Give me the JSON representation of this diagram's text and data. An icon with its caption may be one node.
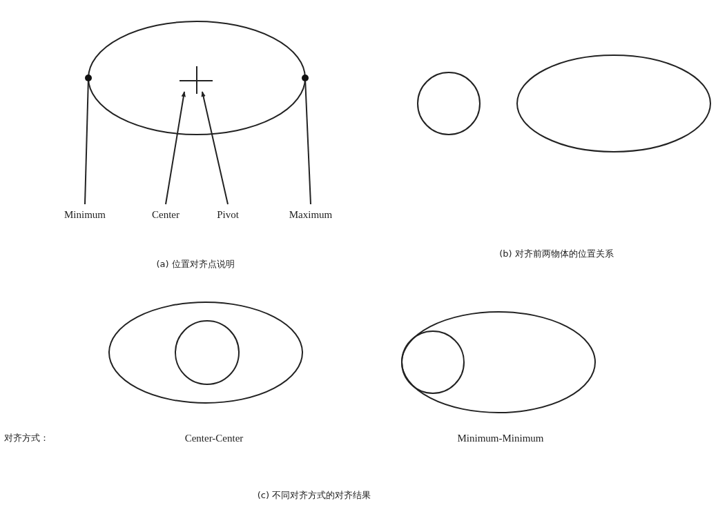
{
  "diagram": {
    "nodes": [
      {
        "text": [],
        "shape": "circle"
      },
      {
        "text": [
          "Minimum"
        ]
      },
      {
        "text": [
          "Center"
        ]
      },
      {
        "text": [
          "Pivot"
        ]
      },
      {
        "text": [
          "Maximum"
        ]
      },
      {
        "text": [],
        "shape": "circle"
      },
      {
        "text": [],
        "shape": "cross"
      }
    ],
    "edges": [
      {
        "from": 1,
        "to": 0,
        "arrow": "none"
      },
      {
        "from": 2,
        "to": 6,
        "arrow": "to"
      },
      {
        "from": 3,
        "to": 6,
        "arrow": "to"
      },
      {
        "from": 4,
        "to": 5,
        "arrow": "none"
      }
    ],
    "labels": [
      "(a) 位置对齐点说明",
      "(b) 对齐前两物体的位置关系",
      "对齐方式：",
      "Center-Center",
      "Minimum-Minimum",
      "(c) 不同对齐方式的对齐结果"
    ]
  }
}
